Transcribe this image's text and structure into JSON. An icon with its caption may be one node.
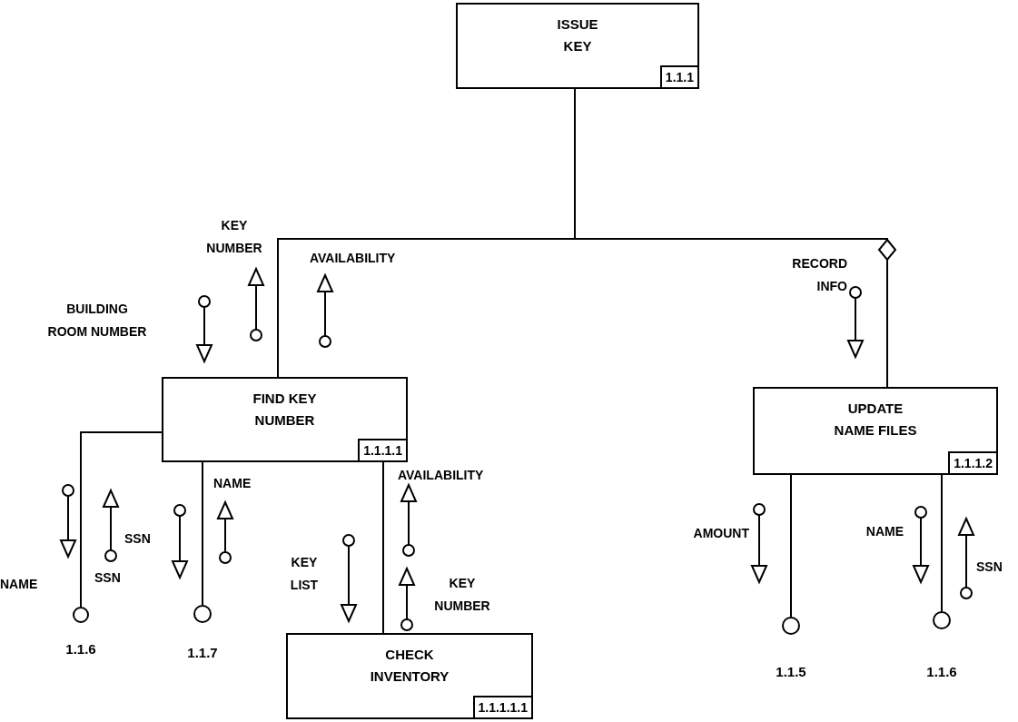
{
  "diagram": {
    "nodes": [
      {
        "text": [
          "ISSUE KEY",
          "1.1.1"
        ]
      },
      {
        "text": [
          "FIND KEY NUMBER",
          "1.1.1.1"
        ]
      },
      {
        "text": [
          "UPDATE NAME FILES",
          "1.1.1.2"
        ]
      },
      {
        "text": [
          "CHECK INVENTORY",
          "1.1.1.1.1"
        ]
      },
      {
        "text": [],
        "shape": "circle",
        "beside": [
          "1.1.6"
        ]
      },
      {
        "text": [],
        "shape": "circle",
        "beside": [
          "1.1.7"
        ]
      },
      {
        "text": [],
        "shape": "circle",
        "beside": [
          "1.1.5"
        ]
      },
      {
        "text": [],
        "shape": "circle",
        "beside": [
          "1.1.6"
        ]
      }
    ],
    "edges": [
      {
        "from": 0,
        "to": 1,
        "arrow": "none"
      },
      {
        "from": 0,
        "to": 2,
        "arrow": "none"
      },
      {
        "from": 1,
        "to": 3,
        "arrow": "none"
      },
      {
        "from": 1,
        "to": 4,
        "arrow": "none"
      },
      {
        "from": 1,
        "to": 5,
        "arrow": "none"
      },
      {
        "from": 2,
        "to": 6,
        "arrow": "none"
      },
      {
        "from": 2,
        "to": 7,
        "arrow": "none"
      }
    ],
    "labels": [
      "KEY NUMBER",
      "AVAILABILITY",
      "RECORD INFO",
      "BUILDING ROOM NUMBER",
      "NAME",
      "AVAILABILITY",
      "SSN",
      "AMOUNT",
      "NAME",
      "KEY LIST",
      "SSN",
      "NAME",
      "SSN",
      "KEY NUMBER"
    ]
  }
}
